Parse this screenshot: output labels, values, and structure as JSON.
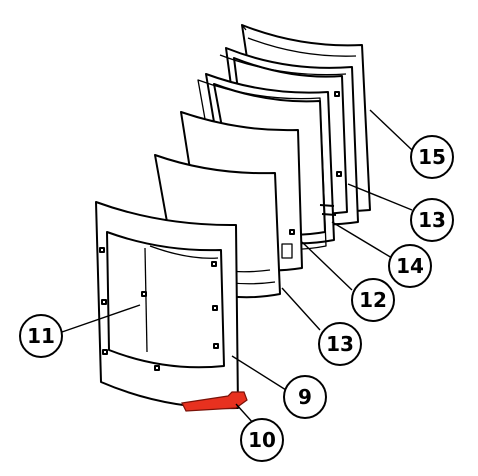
{
  "callouts": [
    {
      "id": "c15",
      "label": "15"
    },
    {
      "id": "c13a",
      "label": "13"
    },
    {
      "id": "c14",
      "label": "14"
    },
    {
      "id": "c12",
      "label": "12"
    },
    {
      "id": "c13b",
      "label": "13"
    },
    {
      "id": "c11",
      "label": "11"
    },
    {
      "id": "c9",
      "label": "9"
    },
    {
      "id": "c10",
      "label": "10"
    }
  ],
  "colors": {
    "handle": "#e8311f",
    "line": "#000000",
    "background": "#ffffff"
  }
}
